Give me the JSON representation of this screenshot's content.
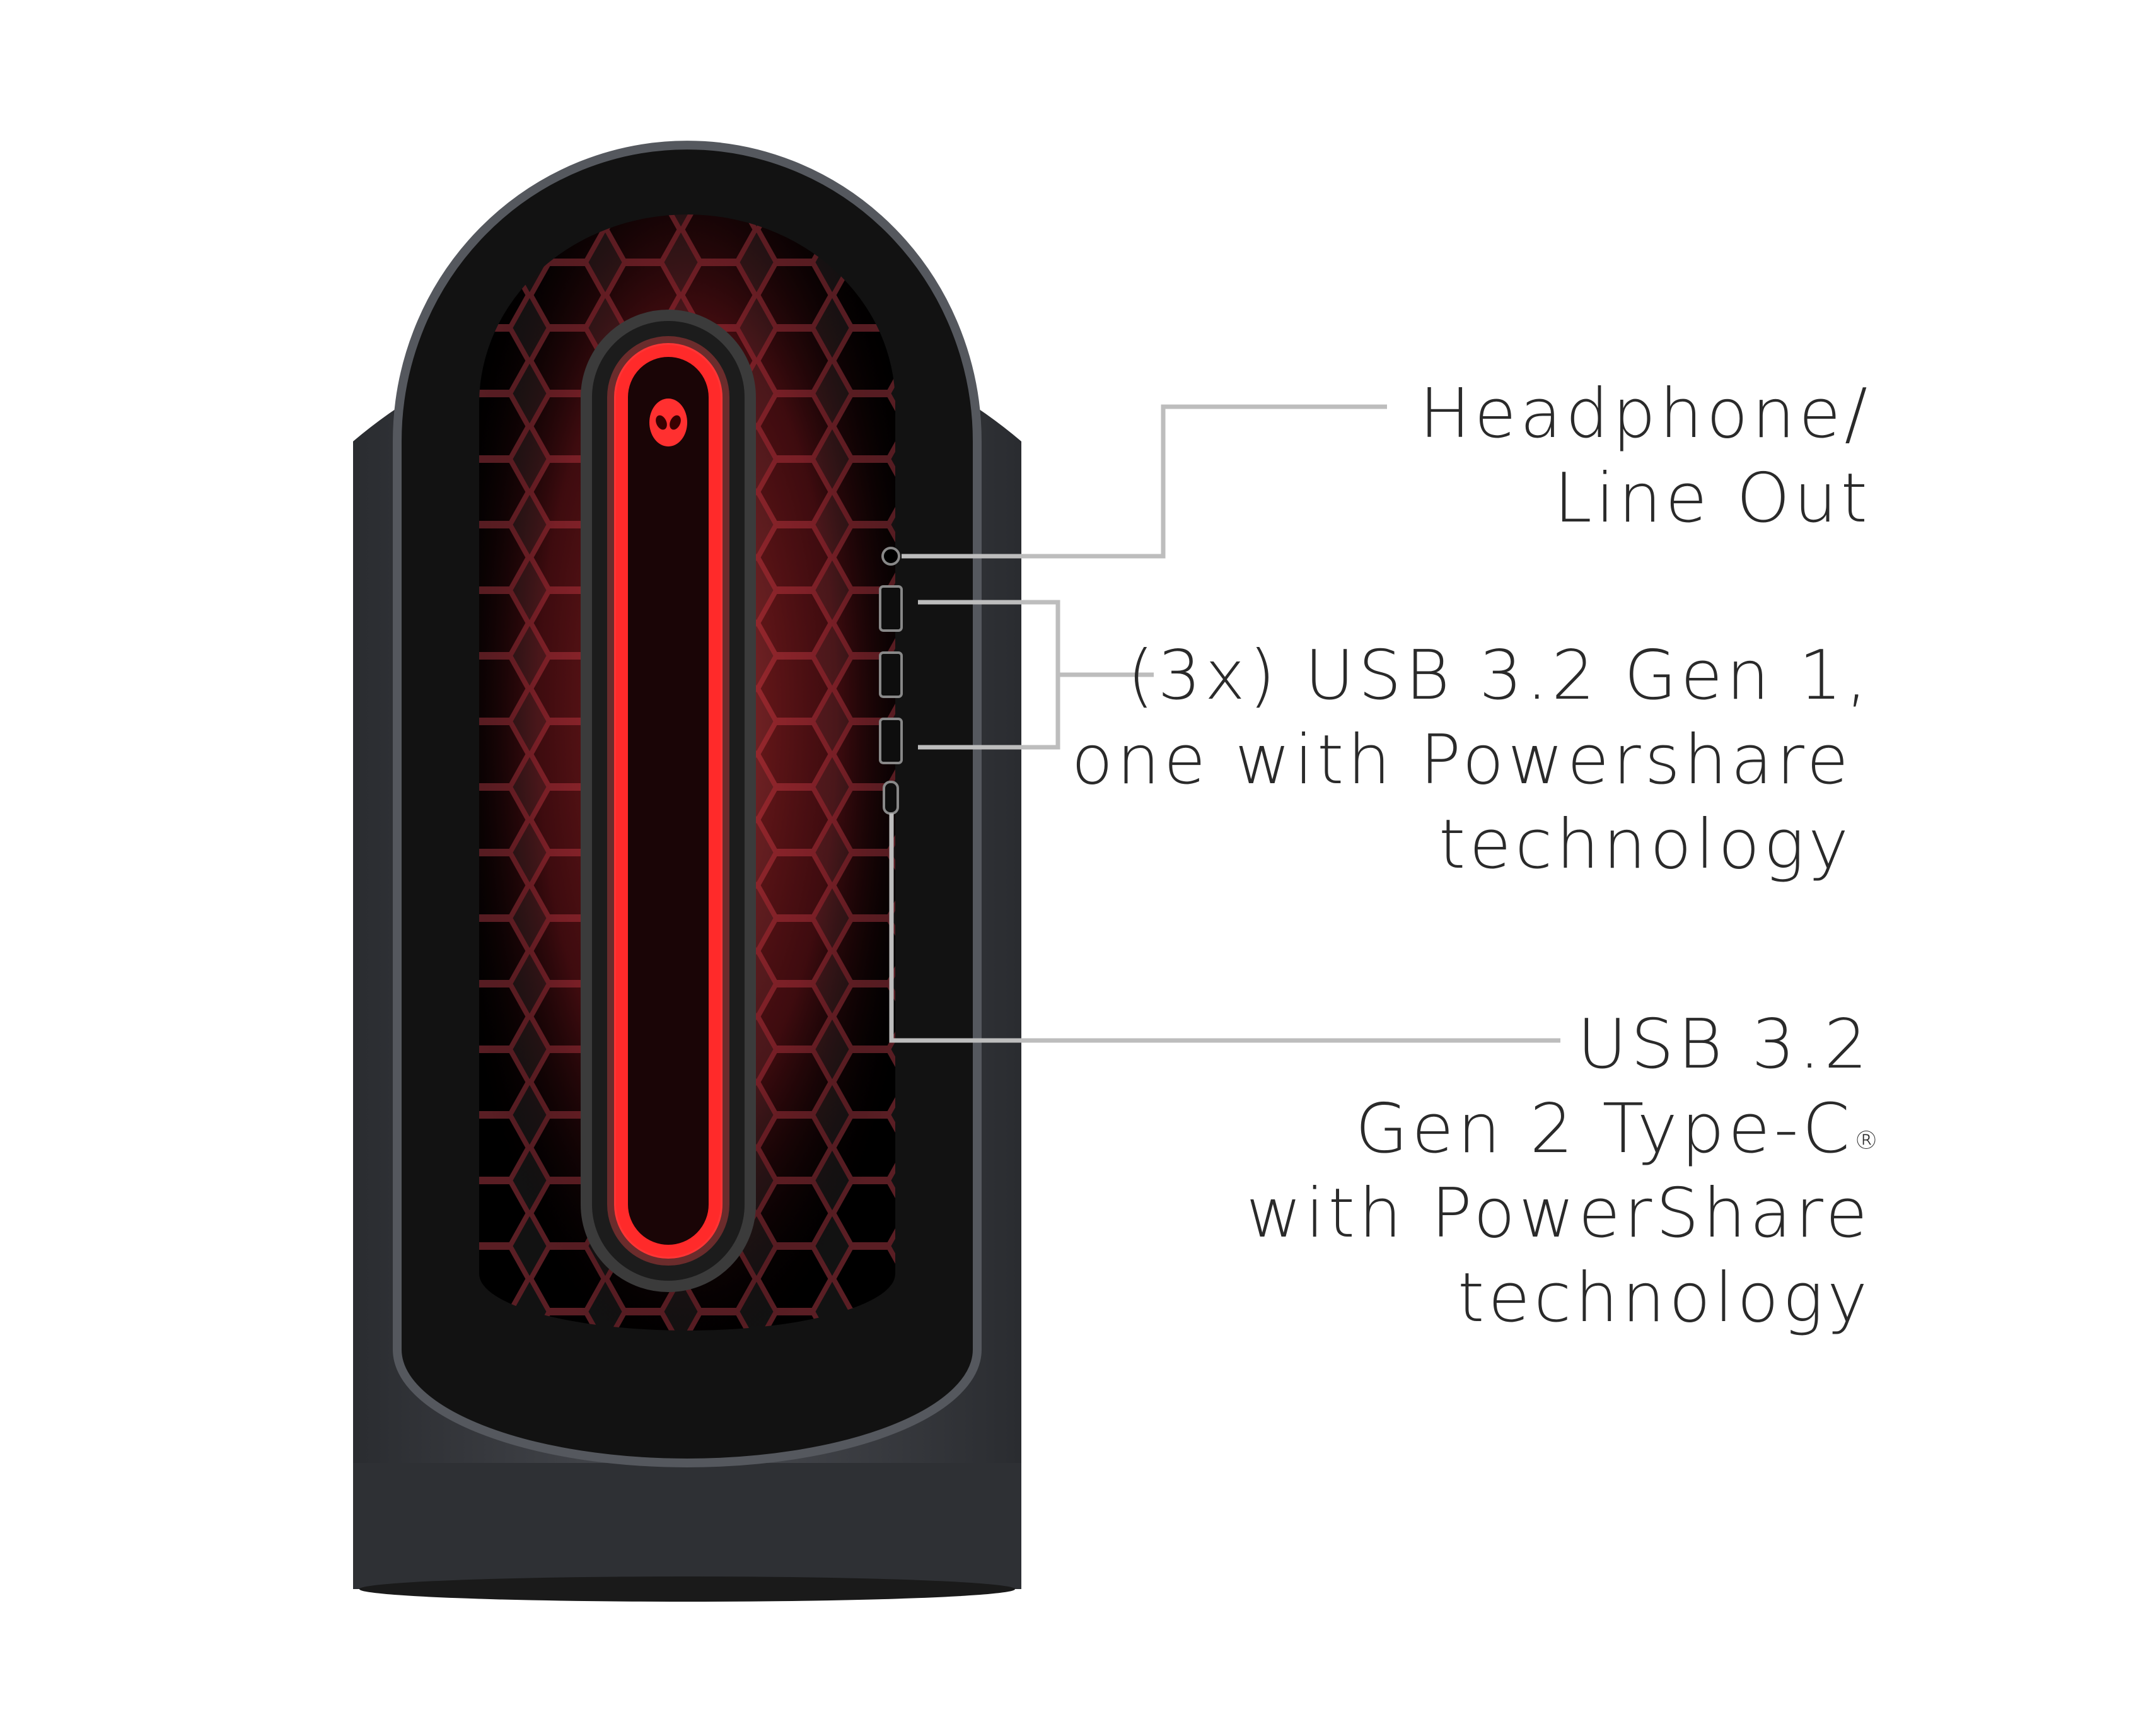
{
  "image_alt": "Front view of a gaming desktop tower with port callouts",
  "colors": {
    "background": "#ffffff",
    "case_shell": "#3a3c40",
    "front_panel": "#111111",
    "accent_red": "#ff2a2a",
    "leader_line": "#bdbdbd",
    "label_text": "#2a2a2a"
  },
  "callouts": [
    {
      "lines": [
        "Headphone/",
        "Line Out"
      ]
    },
    {
      "lines": [
        "(3x) USB 3.2 Gen 1,",
        "one with Powershare",
        "technology"
      ]
    },
    {
      "lines": [
        "USB 3.2",
        "Gen 2 Type-C",
        "with PowerShare",
        "technology"
      ],
      "superscript": "®"
    }
  ],
  "icons": [
    "alien-head-logo-icon",
    "headphone-jack-icon",
    "usb-a-port-icon",
    "usb-c-port-icon"
  ]
}
